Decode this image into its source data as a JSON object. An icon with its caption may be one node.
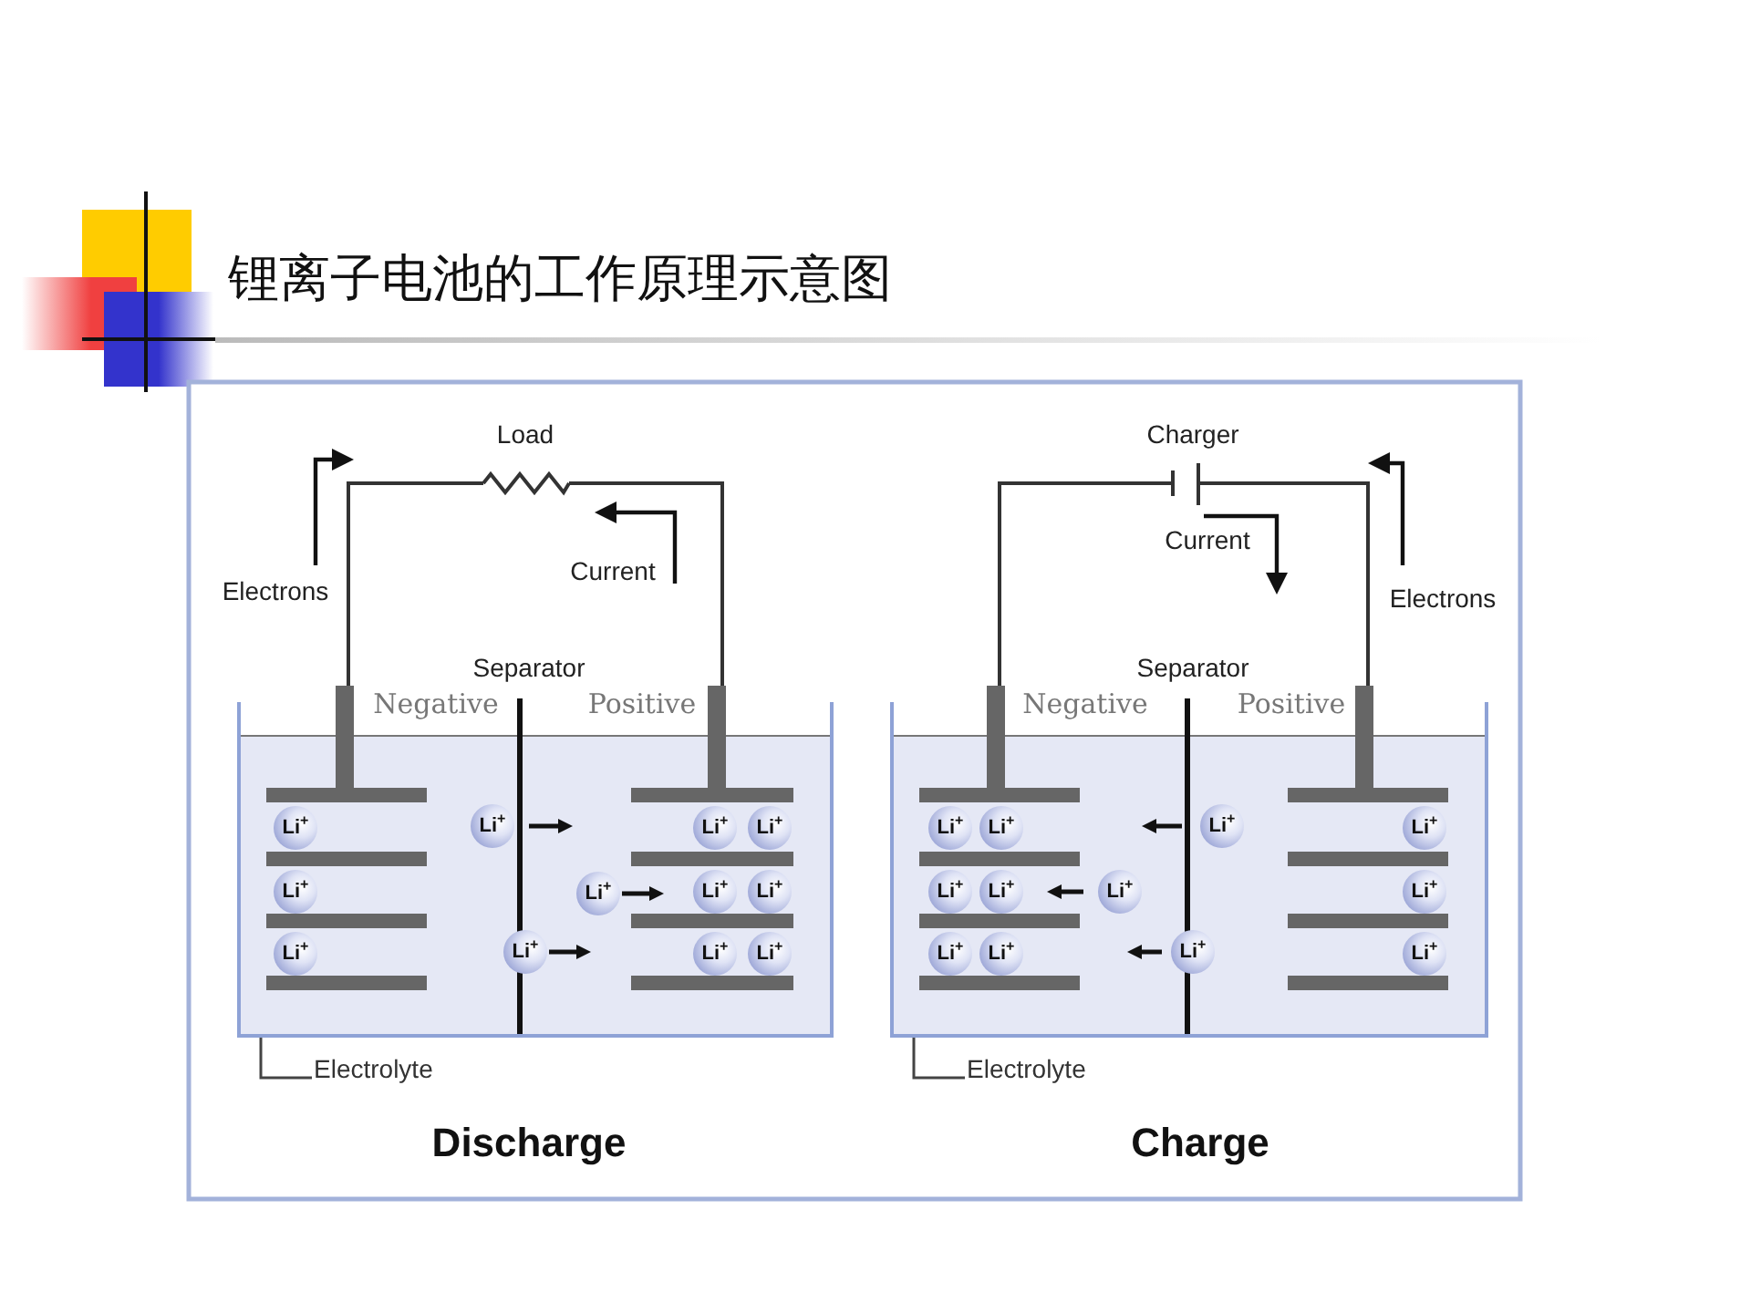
{
  "diagram": {
    "title": "锂离子电池的工作原理示意图",
    "nodes": [
      {
        "text": [],
        "shape": "box"
      },
      {
        "text": [
          "Li$^{+}$"
        ],
        "in": 0
      },
      {
        "text": [
          "Li$^{+}$"
        ],
        "in": 0
      },
      {
        "text": [
          "Li$^{+}$"
        ],
        "in": 0
      },
      {
        "text": [
          "Li$^{+}$"
        ],
        "in": 0
      },
      {
        "text": [
          "Li$^{+}$"
        ],
        "in": 0
      },
      {
        "text": [
          "Li$^{+}$"
        ],
        "in": 0
      },
      {
        "text": [
          "Li$^{+}$"
        ],
        "in": 0
      },
      {
        "text": [
          "Li$^{+}$"
        ],
        "in": 0
      },
      {
        "text": [
          "Li$^{+}$"
        ],
        "in": 0
      },
      {
        "text": [
          "Li$^{+}$"
        ],
        "in": 0
      },
      {
        "text": [
          "Li$^{+}$"
        ],
        "in": 0
      },
      {
        "text": [
          "Li$^{+}$"
        ],
        "in": 0
      },
      {
        "text": [
          "Electrolyte"
        ]
      },
      {
        "text": [],
        "shape": "box"
      },
      {
        "text": [
          "Li$^{+}$"
        ],
        "in": 14
      },
      {
        "text": [
          "Li$^{+}$"
        ],
        "in": 14
      },
      {
        "text": [
          "Li$^{+}$"
        ],
        "in": 14
      },
      {
        "text": [
          "Li$^{+}$"
        ],
        "in": 14
      },
      {
        "text": [
          "Li$^{+}$"
        ],
        "in": 14
      },
      {
        "text": [
          "Li$^{+}$"
        ],
        "in": 14
      },
      {
        "text": [
          "Li$^{+}$"
        ],
        "in": 14
      },
      {
        "text": [
          "Li$^{+}$"
        ],
        "in": 14
      },
      {
        "text": [
          "Li$^{+}$"
        ],
        "in": 14
      },
      {
        "text": [
          "Li$^{+}$"
        ],
        "in": 14
      },
      {
        "text": [
          "Li$^{+}$"
        ],
        "in": 14
      },
      {
        "text": [
          "Li$^{+}$"
        ],
        "in": 14
      },
      {
        "text": [
          "Electrolyte"
        ]
      }
    ],
    "edges": [
      {
        "from": 13,
        "to": 0,
        "arrow": "none"
      },
      {
        "from": 27,
        "to": 14,
        "arrow": "none"
      }
    ],
    "labels": [
      "Load",
      "Electrons",
      "Current",
      "Separator",
      "Negative",
      "Positive",
      "Discharge",
      "Charger",
      "Current",
      "Electrons",
      "Separator",
      "Negative",
      "Positive",
      "Charge"
    ]
  }
}
